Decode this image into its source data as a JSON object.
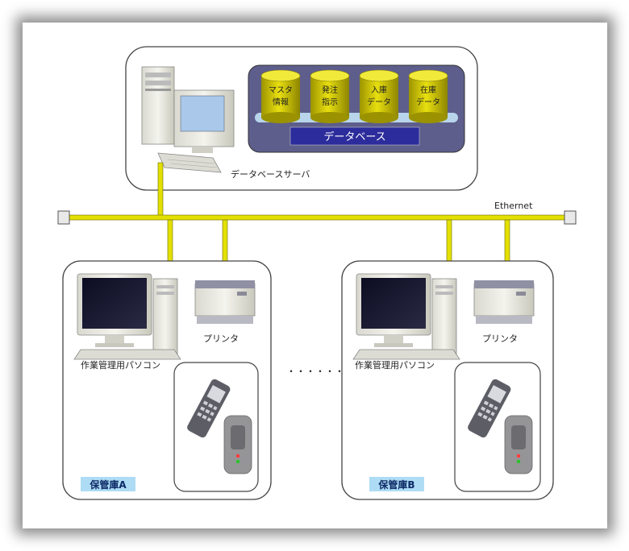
{
  "server": {
    "label": "データベースサーバ",
    "db_title": "データベース",
    "cylinders": [
      {
        "line1": "マスタ",
        "line2": "情報"
      },
      {
        "line1": "発注",
        "line2": "指示"
      },
      {
        "line1": "入庫",
        "line2": "データ"
      },
      {
        "line1": "在庫",
        "line2": "データ"
      }
    ]
  },
  "network": {
    "label": "Ethernet"
  },
  "ellipsis": "・・・・・・・",
  "warehouses": [
    {
      "name": "保管庫A",
      "printer_label": "プリンタ",
      "pc_label": "作業管理用パソコン"
    },
    {
      "name": "保管庫B",
      "printer_label": "プリンタ",
      "pc_label": "作業管理用パソコン"
    }
  ],
  "colors": {
    "cable": "#e3e000",
    "cable_edge": "#6b6a00",
    "db_panel": "#5e5e8c",
    "db_title_bg": "#2c2c9c",
    "cylinder": "#d8cf00",
    "warehouse_label_bg": "#aedcf5"
  }
}
